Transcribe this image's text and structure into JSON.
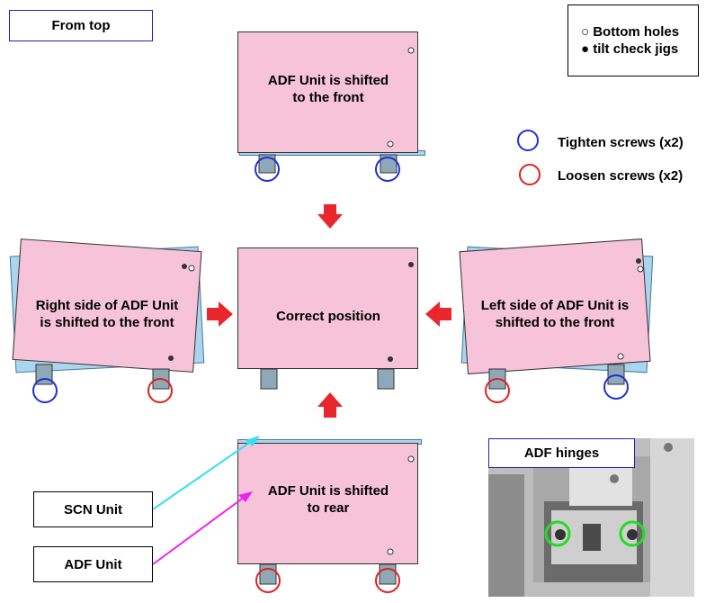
{
  "from_top_label": "From top",
  "legend": {
    "bottom_holes": "○ Bottom holes",
    "tilt_jigs": "● tilt check jigs"
  },
  "screw_legend": {
    "tighten": "Tighten screws (x2)",
    "loosen": "Loosen screws (x2)"
  },
  "units": {
    "top": "ADF Unit is shifted\nto the front",
    "center": "Correct position",
    "left": "Right side of ADF  Unit\nis shifted to the front",
    "right": "Left side of ADF  Unit is\nshifted to the front",
    "bottom": "ADF Unit is shifted\nto rear"
  },
  "scn_label": "SCN Unit",
  "adf_label": "ADF Unit",
  "hinges_label": "ADF hinges",
  "colors": {
    "pink": "#f6c3d8",
    "plate": "#a9d6ec",
    "arrow": "#e8262b",
    "blue": "#1f2fd6",
    "red": "#e02020",
    "cyan": "#33e0ee",
    "magenta": "#ee22ee",
    "green": "#22dd22"
  }
}
